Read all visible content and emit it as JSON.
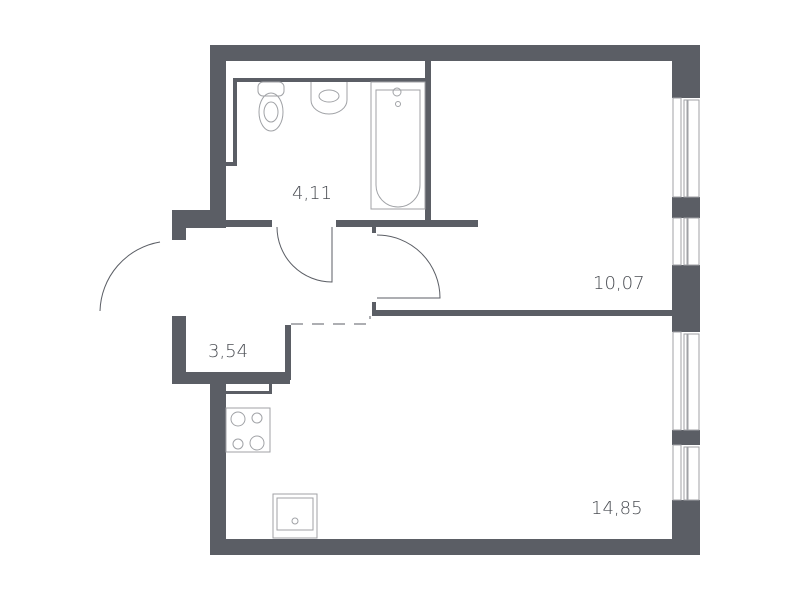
{
  "plan": {
    "wall_color": "#5b5e65",
    "rooms": [
      {
        "id": "bathroom",
        "area": "4,11"
      },
      {
        "id": "bedroom",
        "area": "10,07"
      },
      {
        "id": "hallway",
        "area": "3,54"
      },
      {
        "id": "living-kitchen",
        "area": "14,85"
      }
    ]
  }
}
